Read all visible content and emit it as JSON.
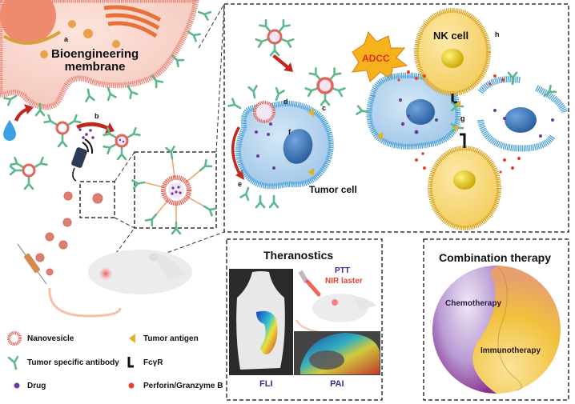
{
  "figure": {
    "step_labels": {
      "a": "a",
      "b": "b",
      "c": "c",
      "d": "d",
      "e": "e",
      "f": "f",
      "g": "g",
      "h": "h"
    },
    "membrane_label_line1": "Bioengineering",
    "membrane_label_line2": "membrane",
    "nk_cell_label": "NK cell",
    "adcc_label": "ADCC",
    "tumor_cell_label": "Tumor cell"
  },
  "theranostics": {
    "title": "Theranostics",
    "ptt_label": "PTT",
    "nir_label": "NIR laster",
    "fli_label": "FLI",
    "pai_label": "PAI"
  },
  "combination": {
    "title": "Combination therapy",
    "chemo_label": "Chemotherapy",
    "immuno_label": "Immunotherapy"
  },
  "legend": [
    {
      "icon": "nanovesicle-icon",
      "label": "Nanovesicle"
    },
    {
      "icon": "antibody-icon",
      "label": "Tumor specific antibody"
    },
    {
      "icon": "drug-icon",
      "label": "Drug"
    },
    {
      "icon": "tumor-antigen-icon",
      "label": "Tumor antigen"
    },
    {
      "icon": "fcgr-icon",
      "label": "FcγR"
    },
    {
      "icon": "perforin-icon",
      "label": "Perforin/Granzyme B"
    }
  ],
  "colors": {
    "membrane_pink": "#f4c9c0",
    "lipid_red": "#e0655a",
    "antibody_green": "#5cb88a",
    "tumor_blue": "#a9cdea",
    "nucleus_blue": "#3e7cc0",
    "nk_yellow": "#f7d76e",
    "drug_purple": "#6b3a9e",
    "perforin_red": "#e8402f",
    "antigen_yellow": "#e2b22a",
    "arrow_red": "#c0281e",
    "adcc_orange": "#f6b21b"
  }
}
